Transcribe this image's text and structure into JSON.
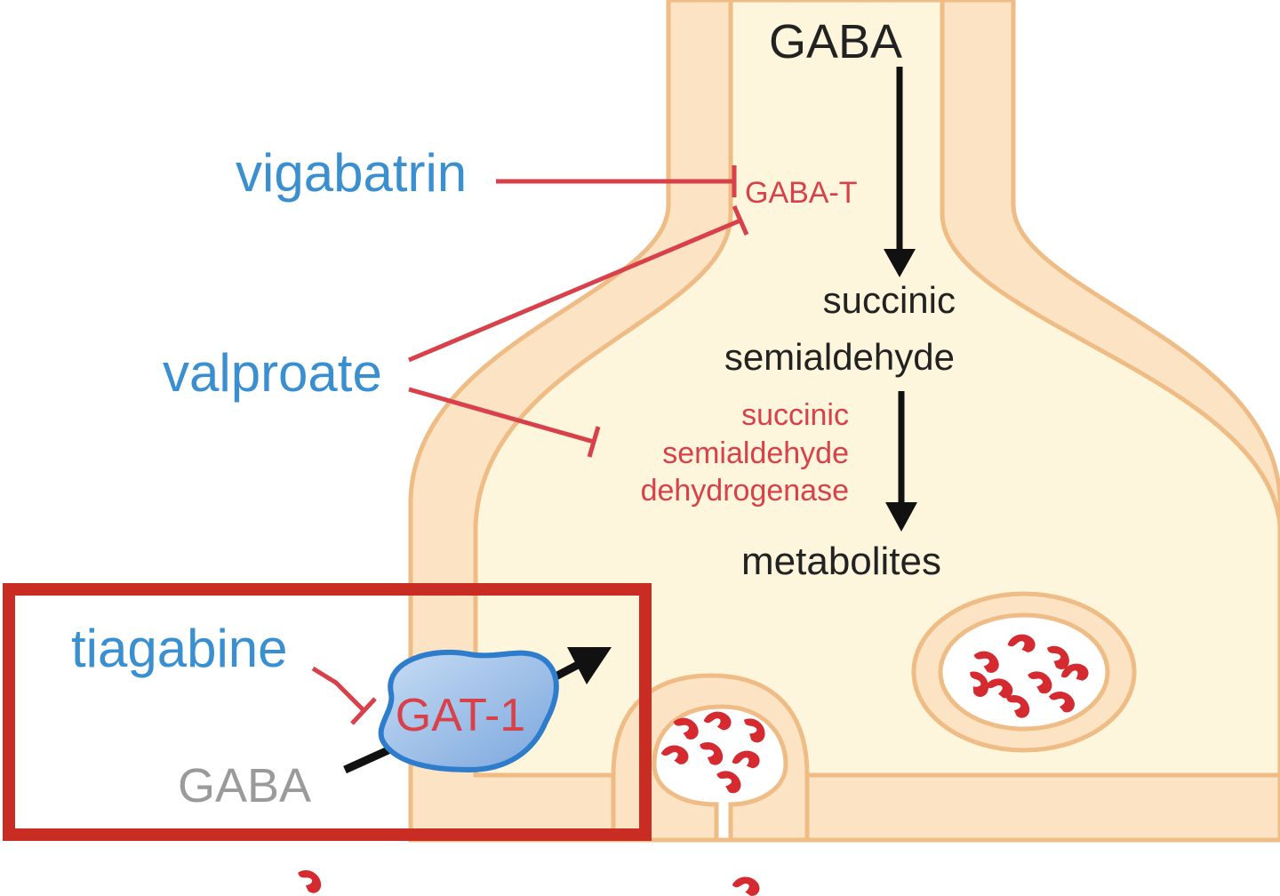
{
  "labels": {
    "gaba_top": "GABA",
    "gaba_t": "GABA-T",
    "succinic": "succinic",
    "semialdehyde": "semialdehyde",
    "ssadh_line1": "succinic",
    "ssadh_line2": "semialdehyde",
    "ssadh_line3": "dehydrogenase",
    "metabolites": "metabolites",
    "gat1": "GAT-1",
    "gaba_bottom": "GABA"
  },
  "drugs": {
    "vigabatrin": "vigabatrin",
    "valproate": "valproate",
    "tiagabine": "tiagabine"
  },
  "colors": {
    "drug_blue": "#3a8fd0",
    "enzyme_red": "#d8404a",
    "inhibit_red": "#d8404a",
    "cell_fill": "#fdf6dc",
    "membrane_fill": "#fbe3c4",
    "membrane_stroke": "#eebc84",
    "highlight_box": "#c82c22",
    "transporter_fill": "#9bbfe8",
    "transporter_stroke": "#2e7ccc",
    "vesicle_dots": "#d42a30",
    "text_dark": "#222222",
    "text_gray": "#9a9a9a"
  },
  "icons": {
    "vesicle_molecules": "gaba-molecule-icon",
    "transporter": "gat1-transporter-icon"
  }
}
